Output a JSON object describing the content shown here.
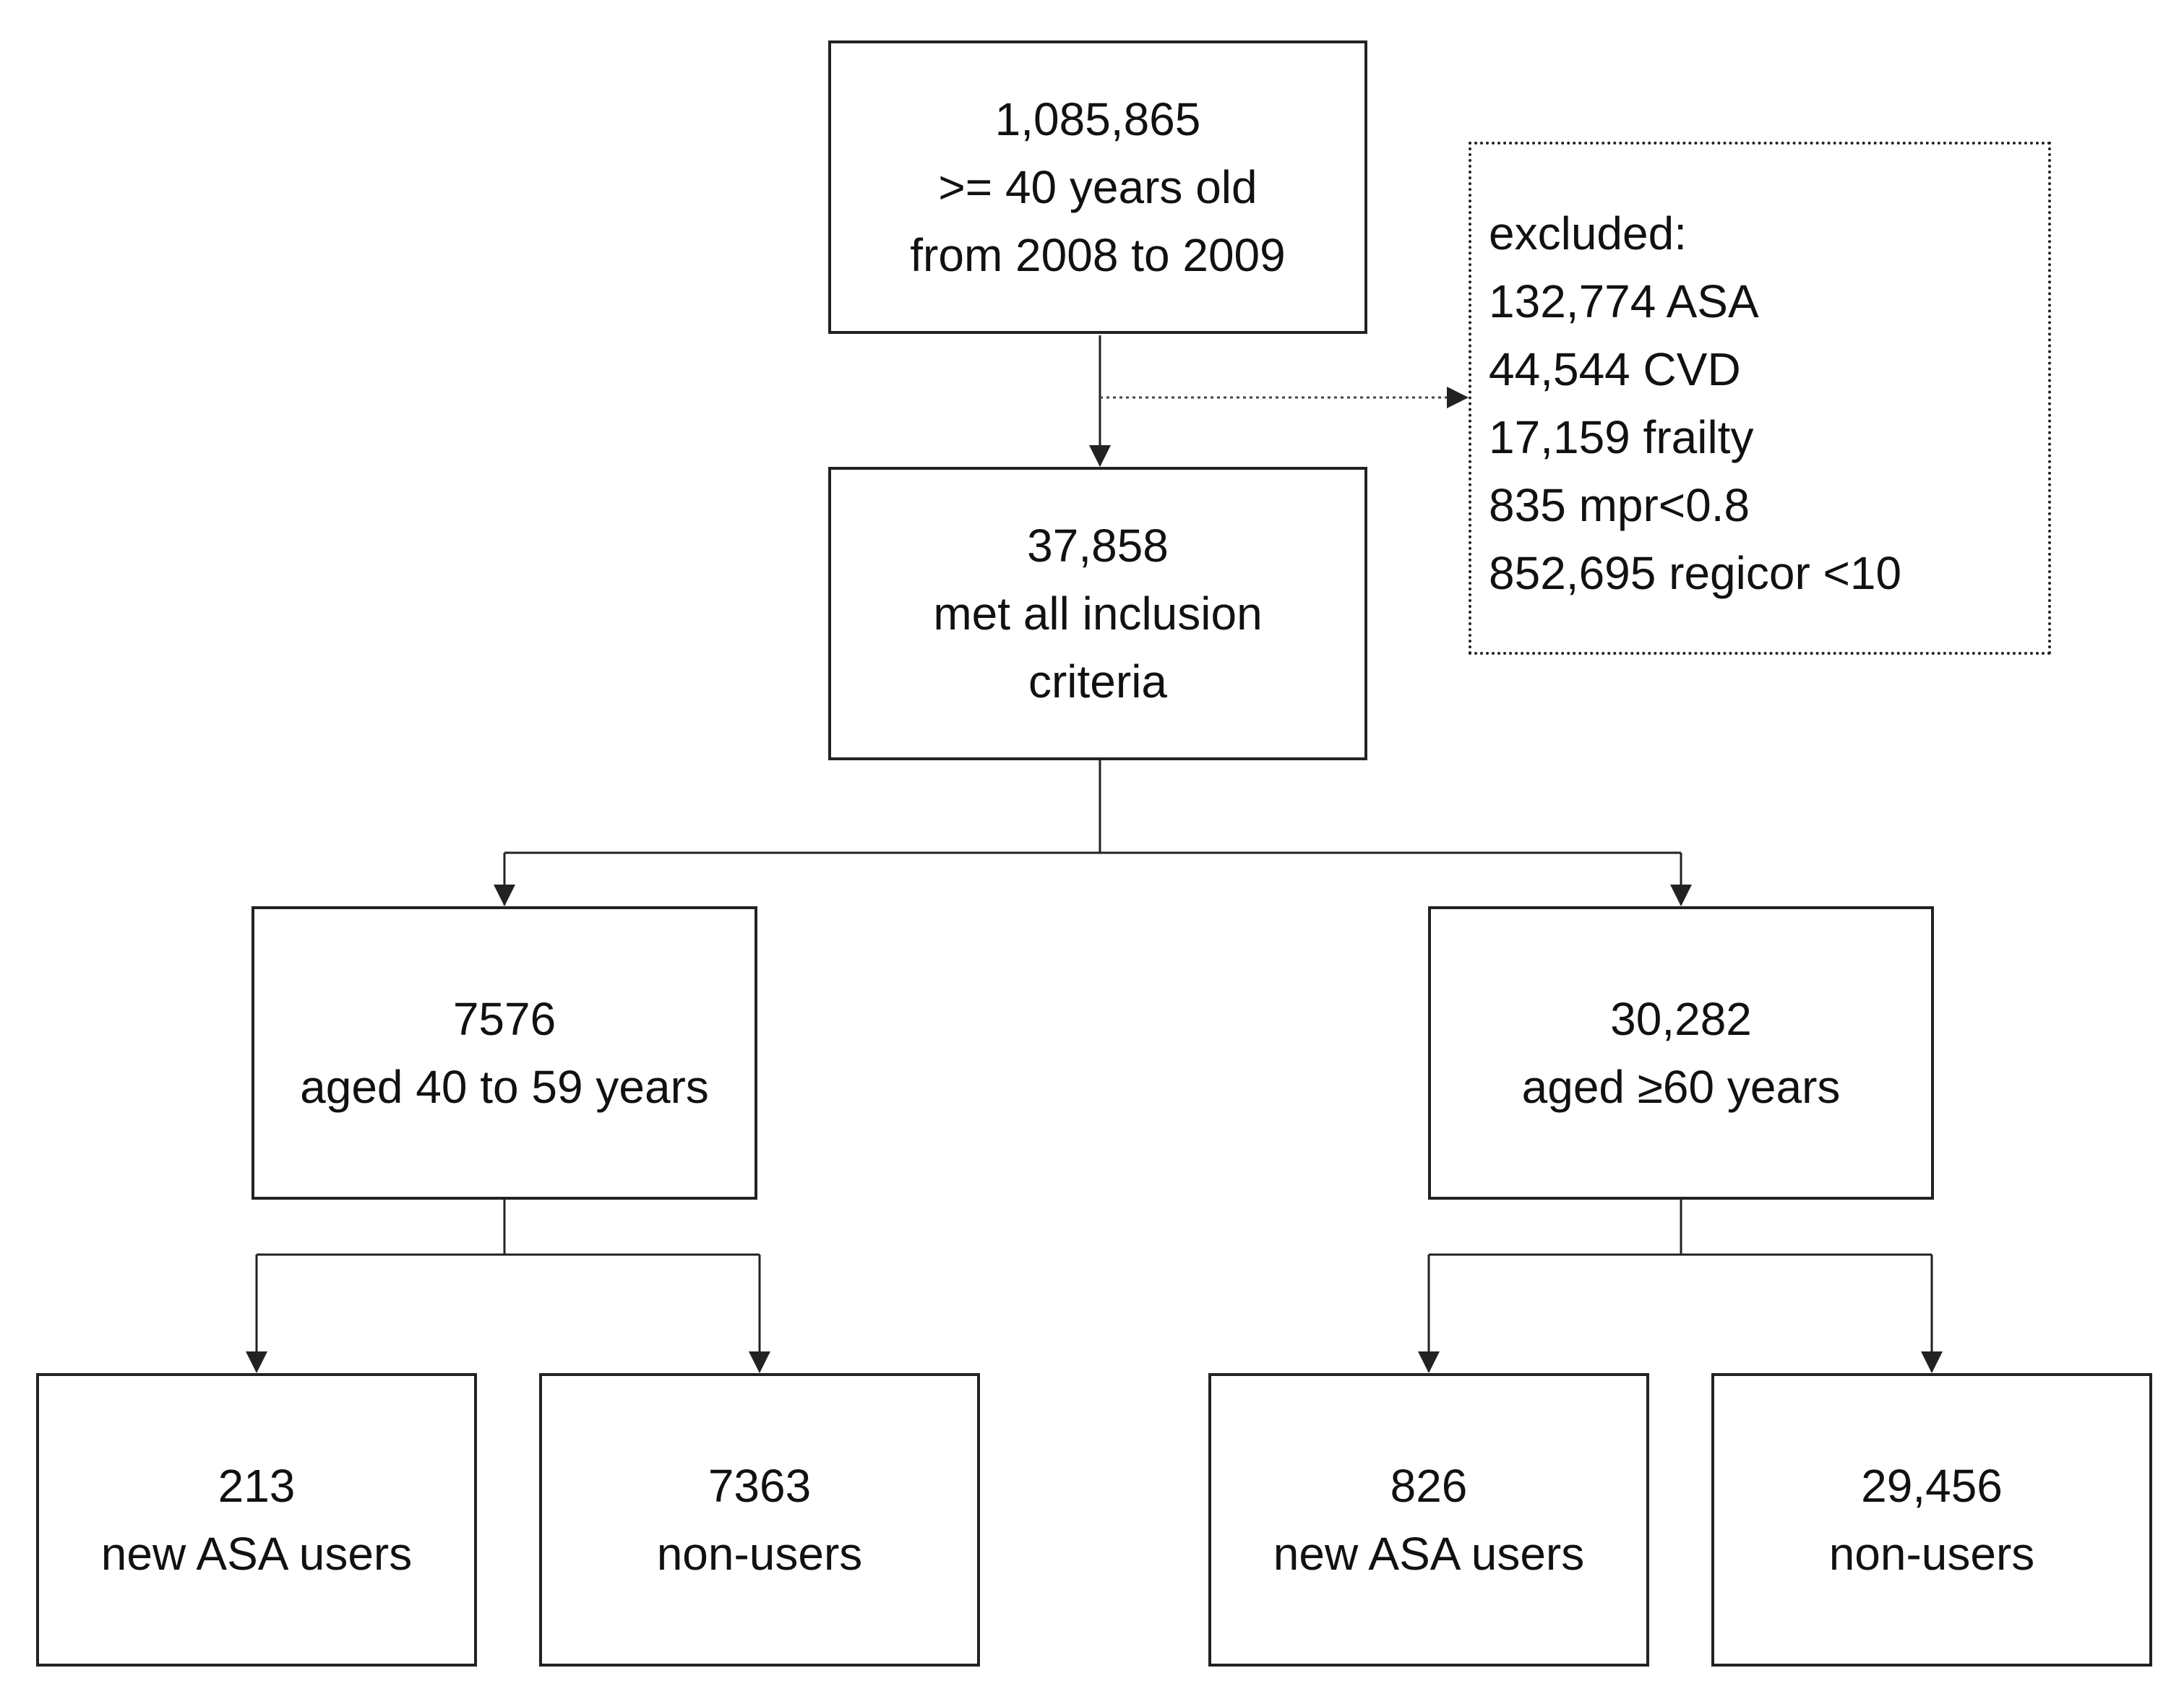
{
  "nodes": {
    "total": {
      "count": "1,085,865",
      "line2": ">= 40 years old",
      "line3": "from 2008 to 2009"
    },
    "included": {
      "count": "37,858",
      "line2": "met all inclusion",
      "line3": "criteria"
    },
    "exclusions": {
      "heading": "excluded:",
      "items": [
        "132,774 ASA",
        "44,544 CVD",
        "17,159 frailty",
        "835 mpr<0.8",
        "852,695 regicor <10"
      ]
    },
    "age_40_59": {
      "count": "7576",
      "label": "aged 40 to 59 years"
    },
    "age_60_plus": {
      "count": "30,282",
      "label": "aged ≥60 years"
    },
    "young_users": {
      "count": "213",
      "label": "new ASA users"
    },
    "young_nonusers": {
      "count": "7363",
      "label": "non-users"
    },
    "old_users": {
      "count": "826",
      "label": "new ASA users"
    },
    "old_nonusers": {
      "count": "29,456",
      "label": "non-users"
    }
  },
  "colors": {
    "stroke": "#222222",
    "background": "#ffffff",
    "text": "#111111"
  }
}
